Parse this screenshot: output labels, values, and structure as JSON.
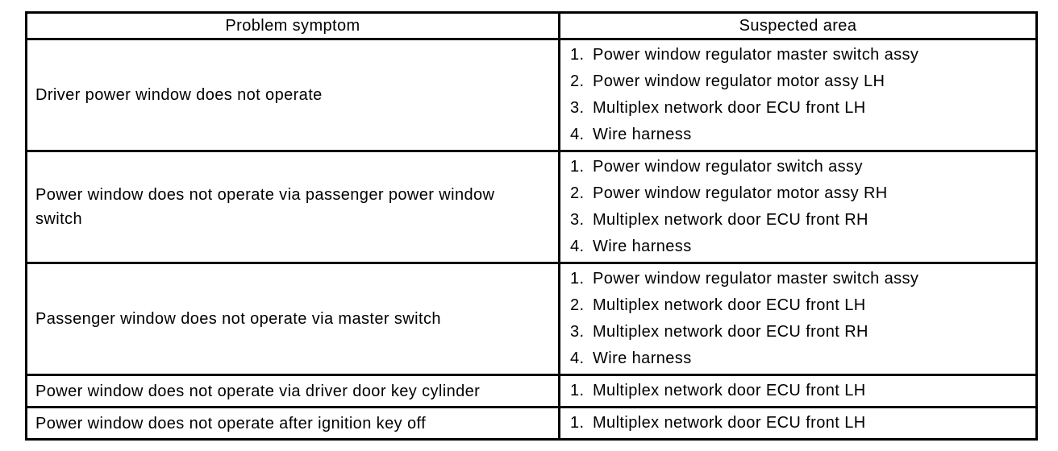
{
  "table": {
    "headers": [
      "Problem symptom",
      "Suspected area"
    ],
    "rows": [
      {
        "symptom": "Driver power window does not operate",
        "areas": [
          "Power window regulator master switch assy",
          "Power window regulator motor assy LH",
          "Multiplex network door ECU front LH",
          "Wire harness"
        ]
      },
      {
        "symptom": "Power window does not operate via passenger power window switch",
        "areas": [
          "Power window regulator switch assy",
          "Power window regulator motor assy RH",
          "Multiplex network door ECU front RH",
          "Wire harness"
        ]
      },
      {
        "symptom": "Passenger window does not operate via master switch",
        "areas": [
          "Power window regulator master switch assy",
          "Multiplex network door ECU front LH",
          "Multiplex network door ECU front RH",
          "Wire harness"
        ]
      },
      {
        "symptom": "Power window does not operate via driver door key cylinder",
        "areas": [
          "Multiplex network door ECU front LH"
        ]
      },
      {
        "symptom": "Power window does not operate after ignition key off",
        "areas": [
          "Multiplex network door ECU front LH"
        ]
      }
    ],
    "colors": {
      "border": "#000000",
      "text": "#000000",
      "background": "#ffffff"
    }
  }
}
